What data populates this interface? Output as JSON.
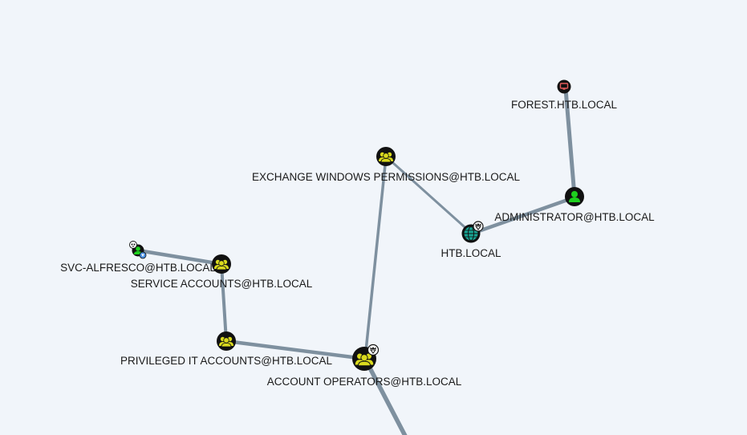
{
  "graph": {
    "colors": {
      "background": "#f1f5fa",
      "edge": "#7e909f",
      "group_node": "#dada1e",
      "user_node": "#1ed11e",
      "domain_node": "#19a594",
      "computer_node": "#e35b5b",
      "node_border": "#111111"
    },
    "nodes": {
      "forest": {
        "label": "FOREST.HTB.LOCAL",
        "type": "computer",
        "icon": "computer-icon"
      },
      "administrator": {
        "label": "ADMINISTRATOR@HTB.LOCAL",
        "type": "user",
        "icon": "user-icon"
      },
      "htb_local": {
        "label": "HTB.LOCAL",
        "type": "domain",
        "icon": "globe-icon",
        "badge": "crown-badge-icon"
      },
      "exchange_wp": {
        "label": "EXCHANGE WINDOWS PERMISSIONS@HTB.LOCAL",
        "type": "group",
        "icon": "group-icon"
      },
      "svc_alfresco": {
        "label": "SVC-ALFRESCO@HTB.LOCAL",
        "type": "user",
        "icon": "user-icon",
        "badge": "skull-badge-icon"
      },
      "service_accounts": {
        "label": "SERVICE ACCOUNTS@HTB.LOCAL",
        "type": "group",
        "icon": "group-icon"
      },
      "privileged_it": {
        "label": "PRIVILEGED IT ACCOUNTS@HTB.LOCAL",
        "type": "group",
        "icon": "group-icon"
      },
      "account_operators": {
        "label": "ACCOUNT OPERATORS@HTB.LOCAL",
        "type": "group",
        "icon": "group-icon",
        "badge": "crown-badge-icon"
      }
    }
  }
}
